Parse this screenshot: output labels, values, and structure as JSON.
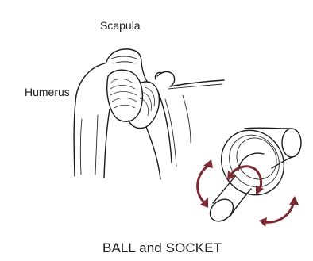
{
  "labels": {
    "scapula": "Scapula",
    "humerus": "Humerus",
    "caption": "BALL and SOCKET"
  },
  "colors": {
    "background": "#ffffff",
    "line": "#1a1a1a",
    "rotation_arrow": "#7a2a30"
  }
}
